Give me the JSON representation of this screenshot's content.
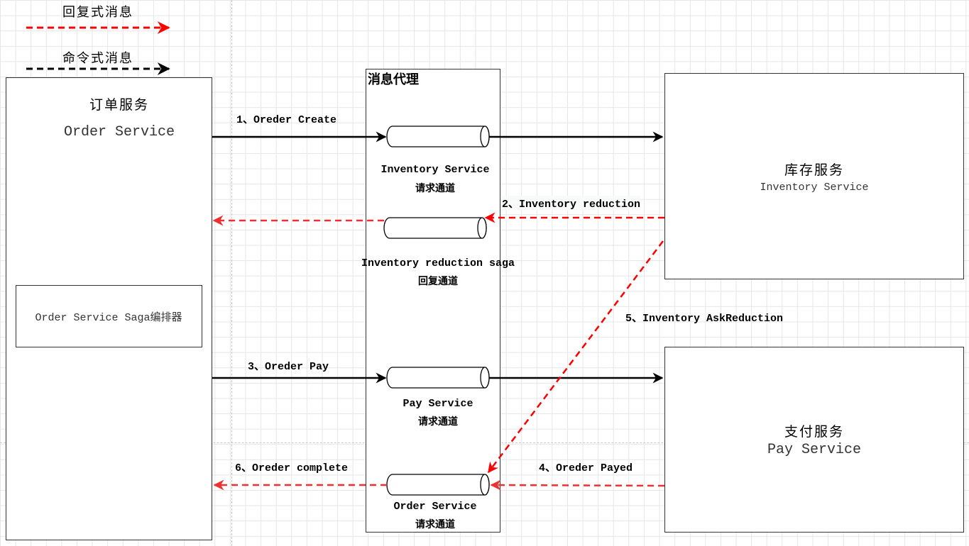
{
  "legend": {
    "reply_label": "回复式消息",
    "command_label": "命令式消息",
    "reply_color": "#ff0000",
    "command_color": "#000000"
  },
  "order_service": {
    "title_cn": "订单服务",
    "title_en": "Order Service",
    "saga_label": "Order Service Saga编排器"
  },
  "broker": {
    "title": "消息代理",
    "channels": [
      {
        "name": "Inventory Service",
        "type": "请求通道"
      },
      {
        "name": "Inventory reduction saga",
        "type": "回复通道"
      },
      {
        "name": "Pay Service",
        "type": "请求通道"
      },
      {
        "name": "Order Service",
        "type": "请求通道"
      }
    ]
  },
  "inventory_service": {
    "title_cn": "库存服务",
    "title_en": "Inventory Service"
  },
  "pay_service": {
    "title_cn": "支付服务",
    "title_en": "Pay Service"
  },
  "messages": [
    {
      "label": "1、Oreder Create",
      "kind": "command"
    },
    {
      "label": "2、Inventory reduction",
      "kind": "reply"
    },
    {
      "label": "3、Oreder Pay",
      "kind": "command"
    },
    {
      "label": "4、Oreder Payed",
      "kind": "reply"
    },
    {
      "label": "5、Inventory AskReduction",
      "kind": "reply"
    },
    {
      "label": "6、Oreder complete",
      "kind": "reply"
    }
  ]
}
